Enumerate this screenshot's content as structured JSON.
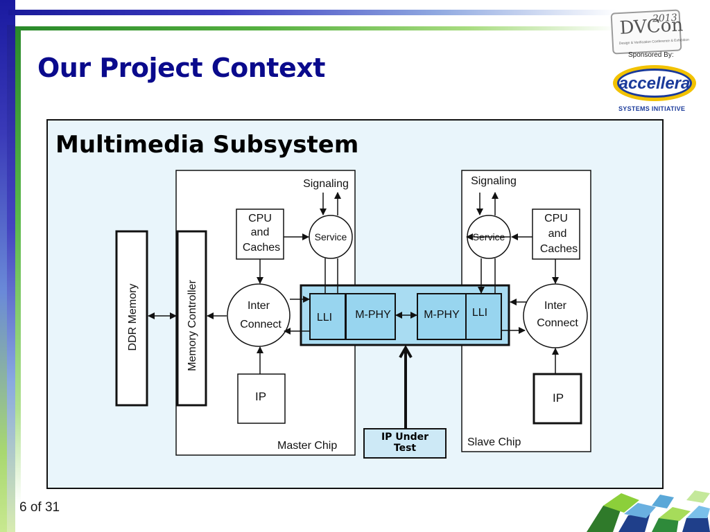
{
  "slide": {
    "title": "Our Project Context",
    "page": "6 of 31"
  },
  "logos": {
    "dvcon_text": "DVCon",
    "dvcon_year": "2013",
    "dvcon_sub": "Design & Verification Conference & Exhibition",
    "sponsored_by": "Sponsored By:",
    "accellera": "accellera",
    "accellera_sub": "SYSTEMS INITIATIVE"
  },
  "diagram": {
    "heading": "Multimedia Subsystem",
    "master_chip": "Master Chip",
    "slave_chip": "Slave Chip",
    "ddr_memory": "DDR Memory",
    "memory_controller": "Memory Controller",
    "signaling": "Signaling",
    "service": "Service",
    "cpu_line1": "CPU",
    "cpu_line2": "and",
    "cpu_line3": "Caches",
    "inter_line1": "Inter",
    "inter_line2": "Connect",
    "ip": "IP",
    "lli": "LLI",
    "mphy": "M-PHY",
    "ip_under_line1": "IP Under",
    "ip_under_line2": "Test"
  },
  "colors": {
    "title": "#0a0a8c",
    "panel_bg": "#e9f5fb",
    "link_fill": "#a9dcf2",
    "block_fill": "#98d5ef",
    "ip_under_fill": "#cde9f6"
  }
}
